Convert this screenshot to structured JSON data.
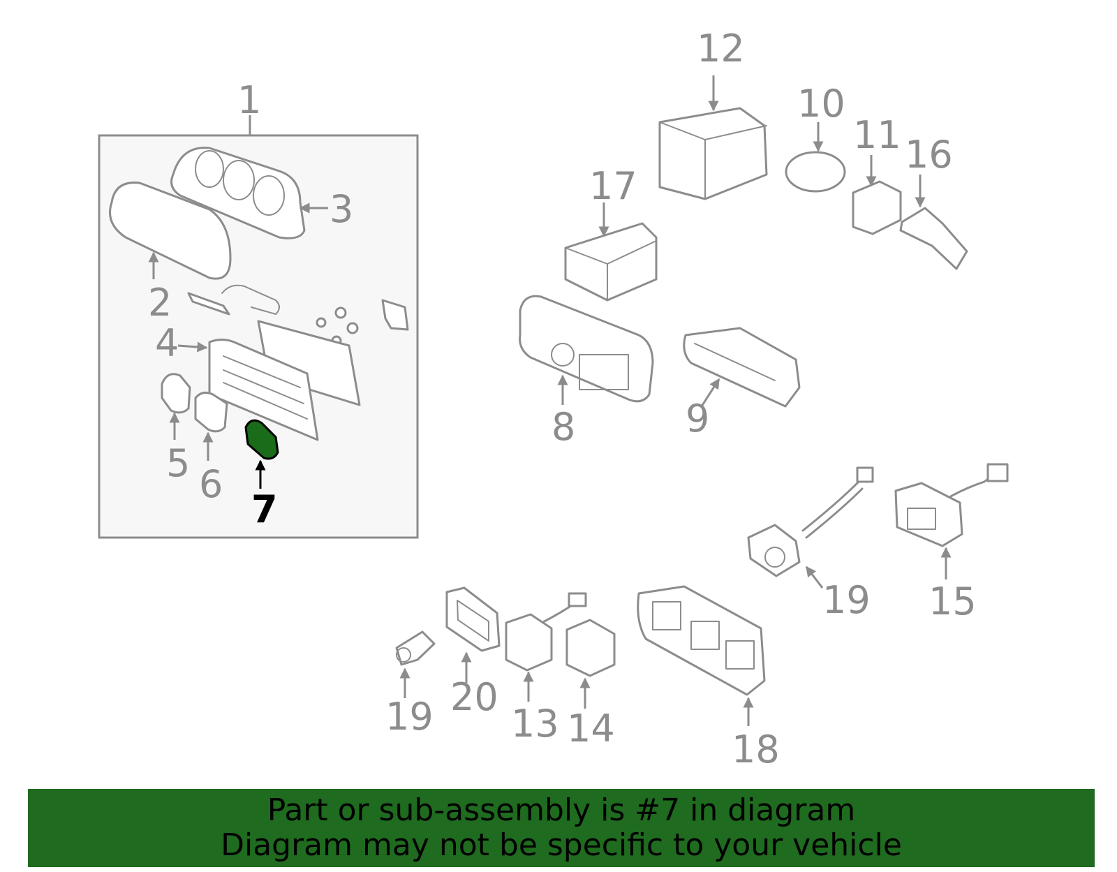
{
  "colors": {
    "line": "#8c8c8c",
    "highlight_part": "#1a6b1a",
    "highlight_label": "#000000",
    "banner_bg": "#1f6b1f",
    "box_bg": "#f7f7f7"
  },
  "callouts": {
    "c1": "1",
    "c2": "2",
    "c3": "3",
    "c4": "4",
    "c5": "5",
    "c6": "6",
    "c7": "7",
    "c8": "8",
    "c9": "9",
    "c10": "10",
    "c11": "11",
    "c12": "12",
    "c13": "13",
    "c14": "14",
    "c15": "15",
    "c16": "16",
    "c17": "17",
    "c18": "18",
    "c19a": "19",
    "c19b": "19",
    "c20": "20"
  },
  "highlighted_part": "7",
  "banner": {
    "line1": "Part or sub-assembly is #7 in diagram",
    "line2": "Diagram may not be specific to your vehicle"
  }
}
